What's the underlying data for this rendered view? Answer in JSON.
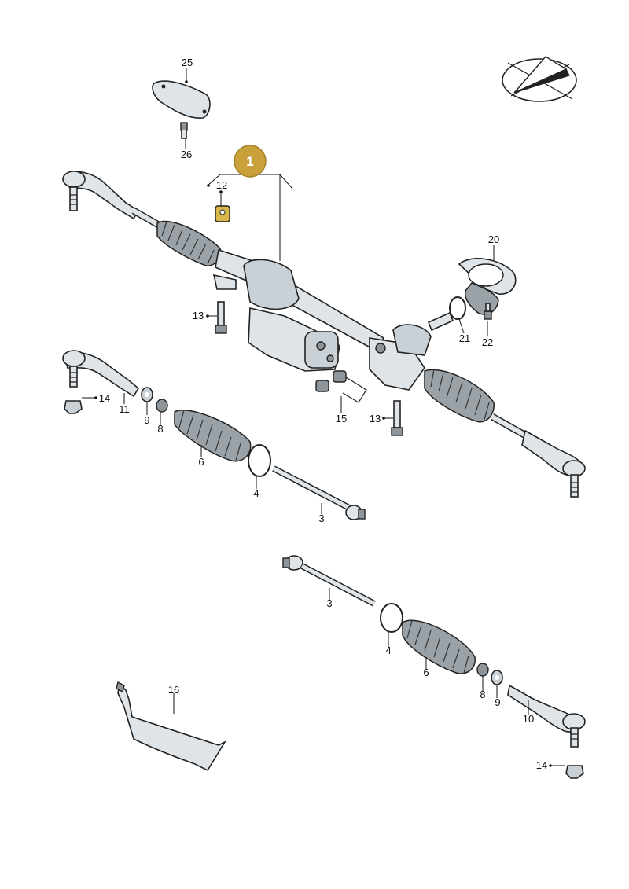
{
  "callout": {
    "label": "1",
    "color": "#c8a13a"
  },
  "part_numbers": {
    "p25": "25",
    "p26": "26",
    "p12": "12",
    "p20": "20",
    "p13a": "13",
    "p21": "21",
    "p22": "22",
    "p14a": "14",
    "p11": "11",
    "p9a": "9",
    "p8a": "8",
    "p15": "15",
    "p13b": "13",
    "p6a": "6",
    "p4a": "4",
    "p3a": "3",
    "p3b": "3",
    "p4b": "4",
    "p6b": "6",
    "p16": "16",
    "p8b": "8",
    "p9b": "9",
    "p10": "10",
    "p14b": "14"
  }
}
